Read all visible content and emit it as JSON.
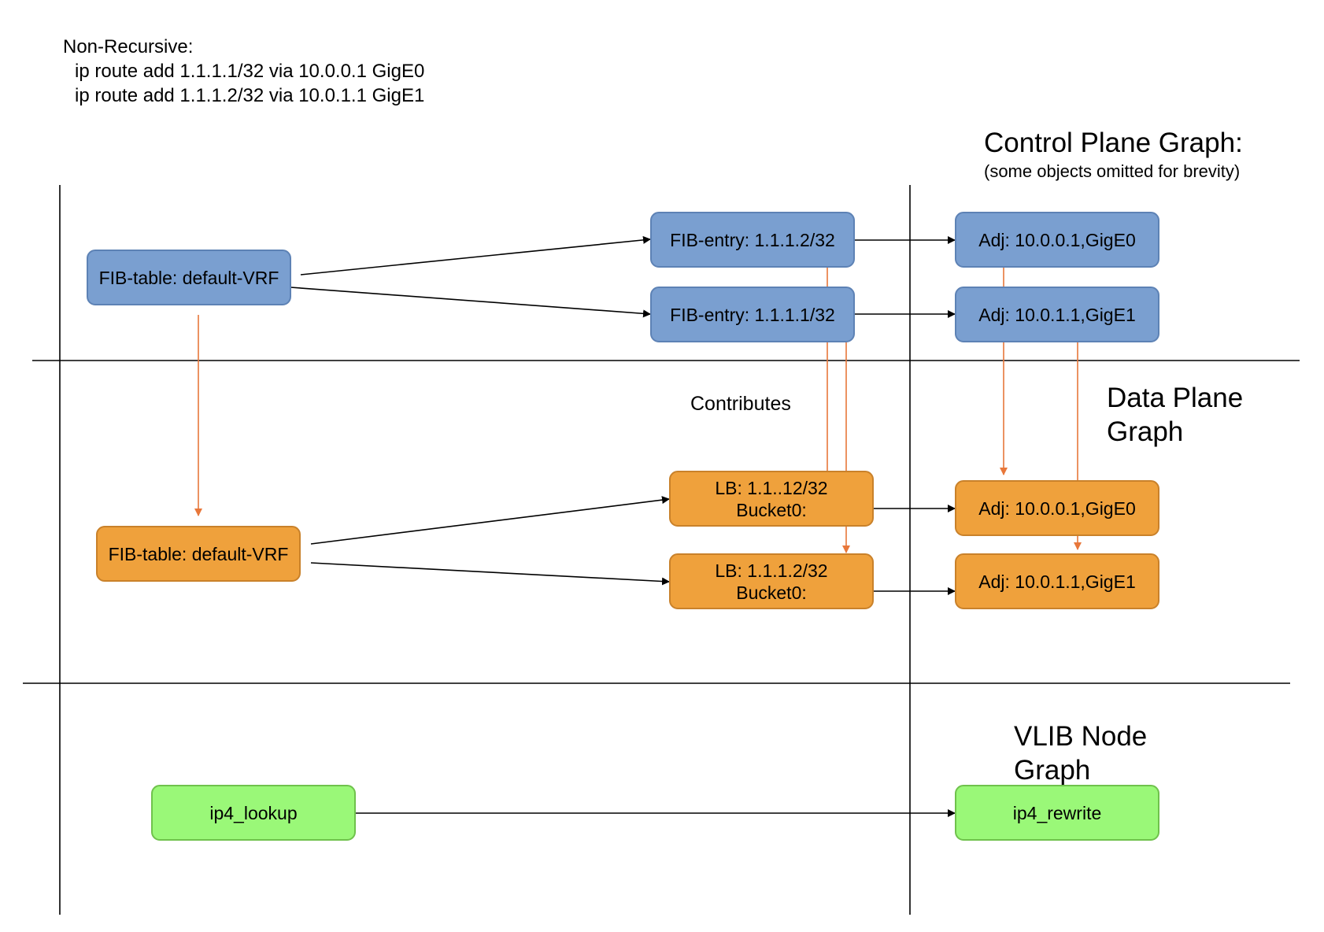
{
  "header": {
    "title": "Non-Recursive:",
    "commands": [
      "ip route add 1.1.1.1/32 via 10.0.0.1 GigE0",
      "ip route add 1.1.1.2/32 via 10.0.1.1 GigE1"
    ]
  },
  "sections": {
    "control_plane_title": "Control Plane Graph:",
    "control_plane_note": "(some objects omitted for brevity)",
    "data_plane_title_line1": "Data Plane",
    "data_plane_title_line2": "Graph",
    "vlib_title_line1": "VLIB Node",
    "vlib_title_line2": "Graph",
    "contributes_label": "Contributes"
  },
  "control_plane": {
    "fib_table": "FIB-table: default-VRF",
    "fib_entry_top": "FIB-entry: 1.1.1.2/32",
    "fib_entry_bottom": "FIB-entry: 1.1.1.1/32",
    "adj_top": "Adj: 10.0.0.1,GigE0",
    "adj_bottom": "Adj: 10.0.1.1,GigE1"
  },
  "data_plane": {
    "fib_table": "FIB-table: default-VRF",
    "lb_top_line1": "LB: 1.1..12/32",
    "lb_top_line2": "Bucket0:",
    "lb_bottom_line1": "LB: 1.1.1.2/32",
    "lb_bottom_line2": "Bucket0:",
    "adj_top": "Adj: 10.0.0.1,GigE0",
    "adj_bottom": "Adj: 10.0.1.1,GigE1"
  },
  "vlib": {
    "lookup": "ip4_lookup",
    "rewrite": "ip4_rewrite"
  },
  "colors": {
    "control_plane_fill": "#7a9fd0",
    "data_plane_fill": "#efa13c",
    "vlib_fill": "#9af878",
    "contributes_arrow": "#e8773a",
    "edge": "#000000"
  }
}
